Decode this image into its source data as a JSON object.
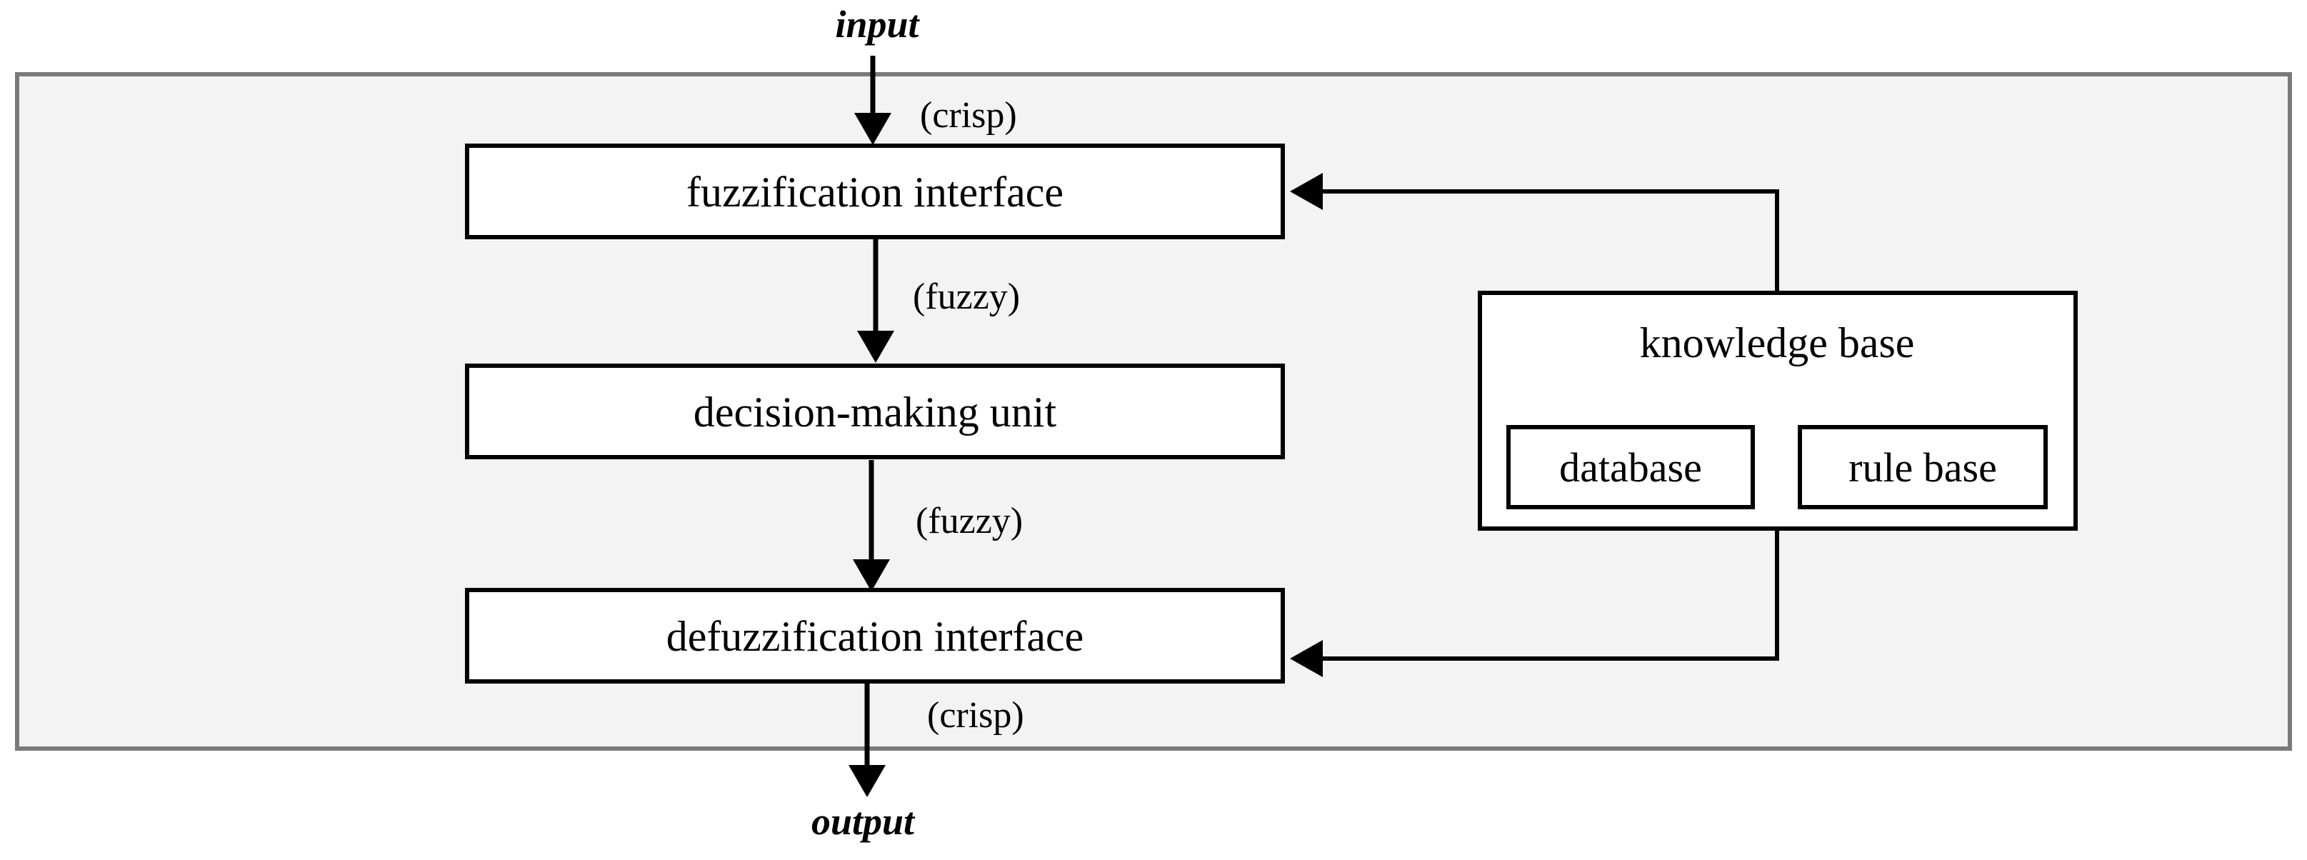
{
  "diagram": {
    "input_label": "input",
    "output_label": "output",
    "nodes": {
      "fuzzification": "fuzzification interface",
      "decision": "decision-making unit",
      "defuzzification": "defuzzification interface",
      "knowledge_base": "knowledge base",
      "database": "database",
      "rule_base": "rule base"
    },
    "edges": {
      "input_to_fuzzification": "(crisp)",
      "fuzzification_to_decision": "(fuzzy)",
      "decision_to_defuzzification": "(fuzzy)",
      "defuzzification_to_output": "(crisp)"
    },
    "colors": {
      "container_fill": "#f3f3f3",
      "container_stroke": "#7a7a7a",
      "box_fill": "#ffffff",
      "stroke": "#000000"
    }
  }
}
